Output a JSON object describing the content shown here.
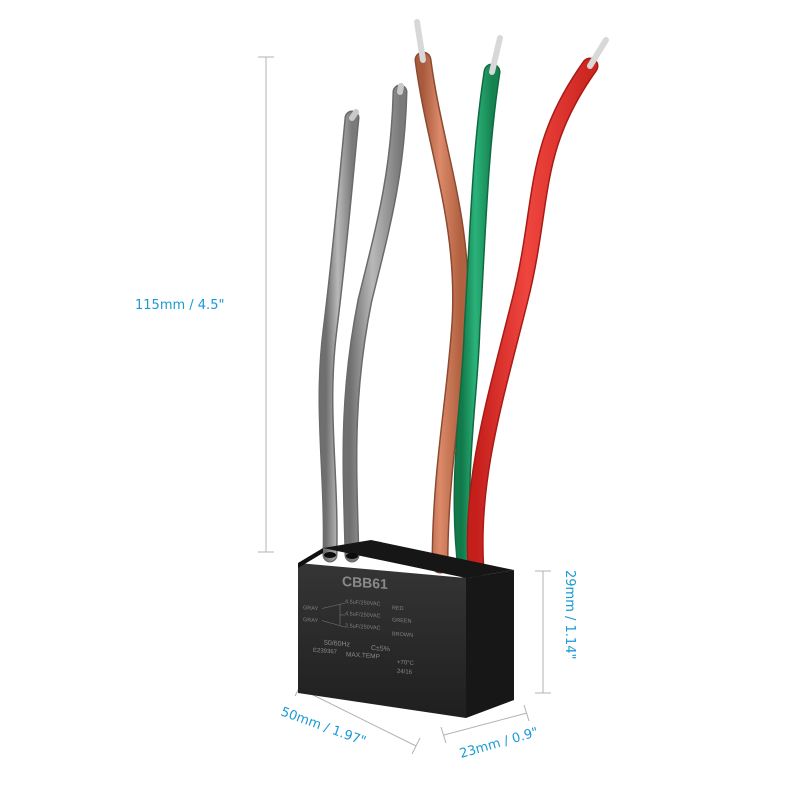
{
  "dimensions": {
    "height": "115mm / 4.5\"",
    "depth": "29mm / 1.14\"",
    "width": "50mm / 1.97\"",
    "thickness": "23mm / 0.9\""
  },
  "capacitor": {
    "model": "CBB61",
    "rating_1": "4.5uF/250VAC",
    "rating_2": "4.5uF/250VAC",
    "rating_3": "2.5uF/250VAC",
    "wire_label_red": "RED",
    "wire_label_green": "GREEN",
    "wire_label_brown": "BROWN",
    "wire_label_gray_1": "GRAY",
    "wire_label_gray_2": "GRAY",
    "frequency": "50/60Hz",
    "tolerance": "C±5%",
    "code": "E239367",
    "max_temp": "MAX.TEMP",
    "temp_value": "+70°C",
    "date_code": "24/16"
  },
  "colors": {
    "dimension_text": "#1a9ad6",
    "dimension_line": "#b3b3b3",
    "body": "#2a2a2a",
    "wire_gray": "#8f8f8f",
    "wire_brown": "#c97555",
    "wire_green": "#1f9a63",
    "wire_red": "#e5312c"
  }
}
